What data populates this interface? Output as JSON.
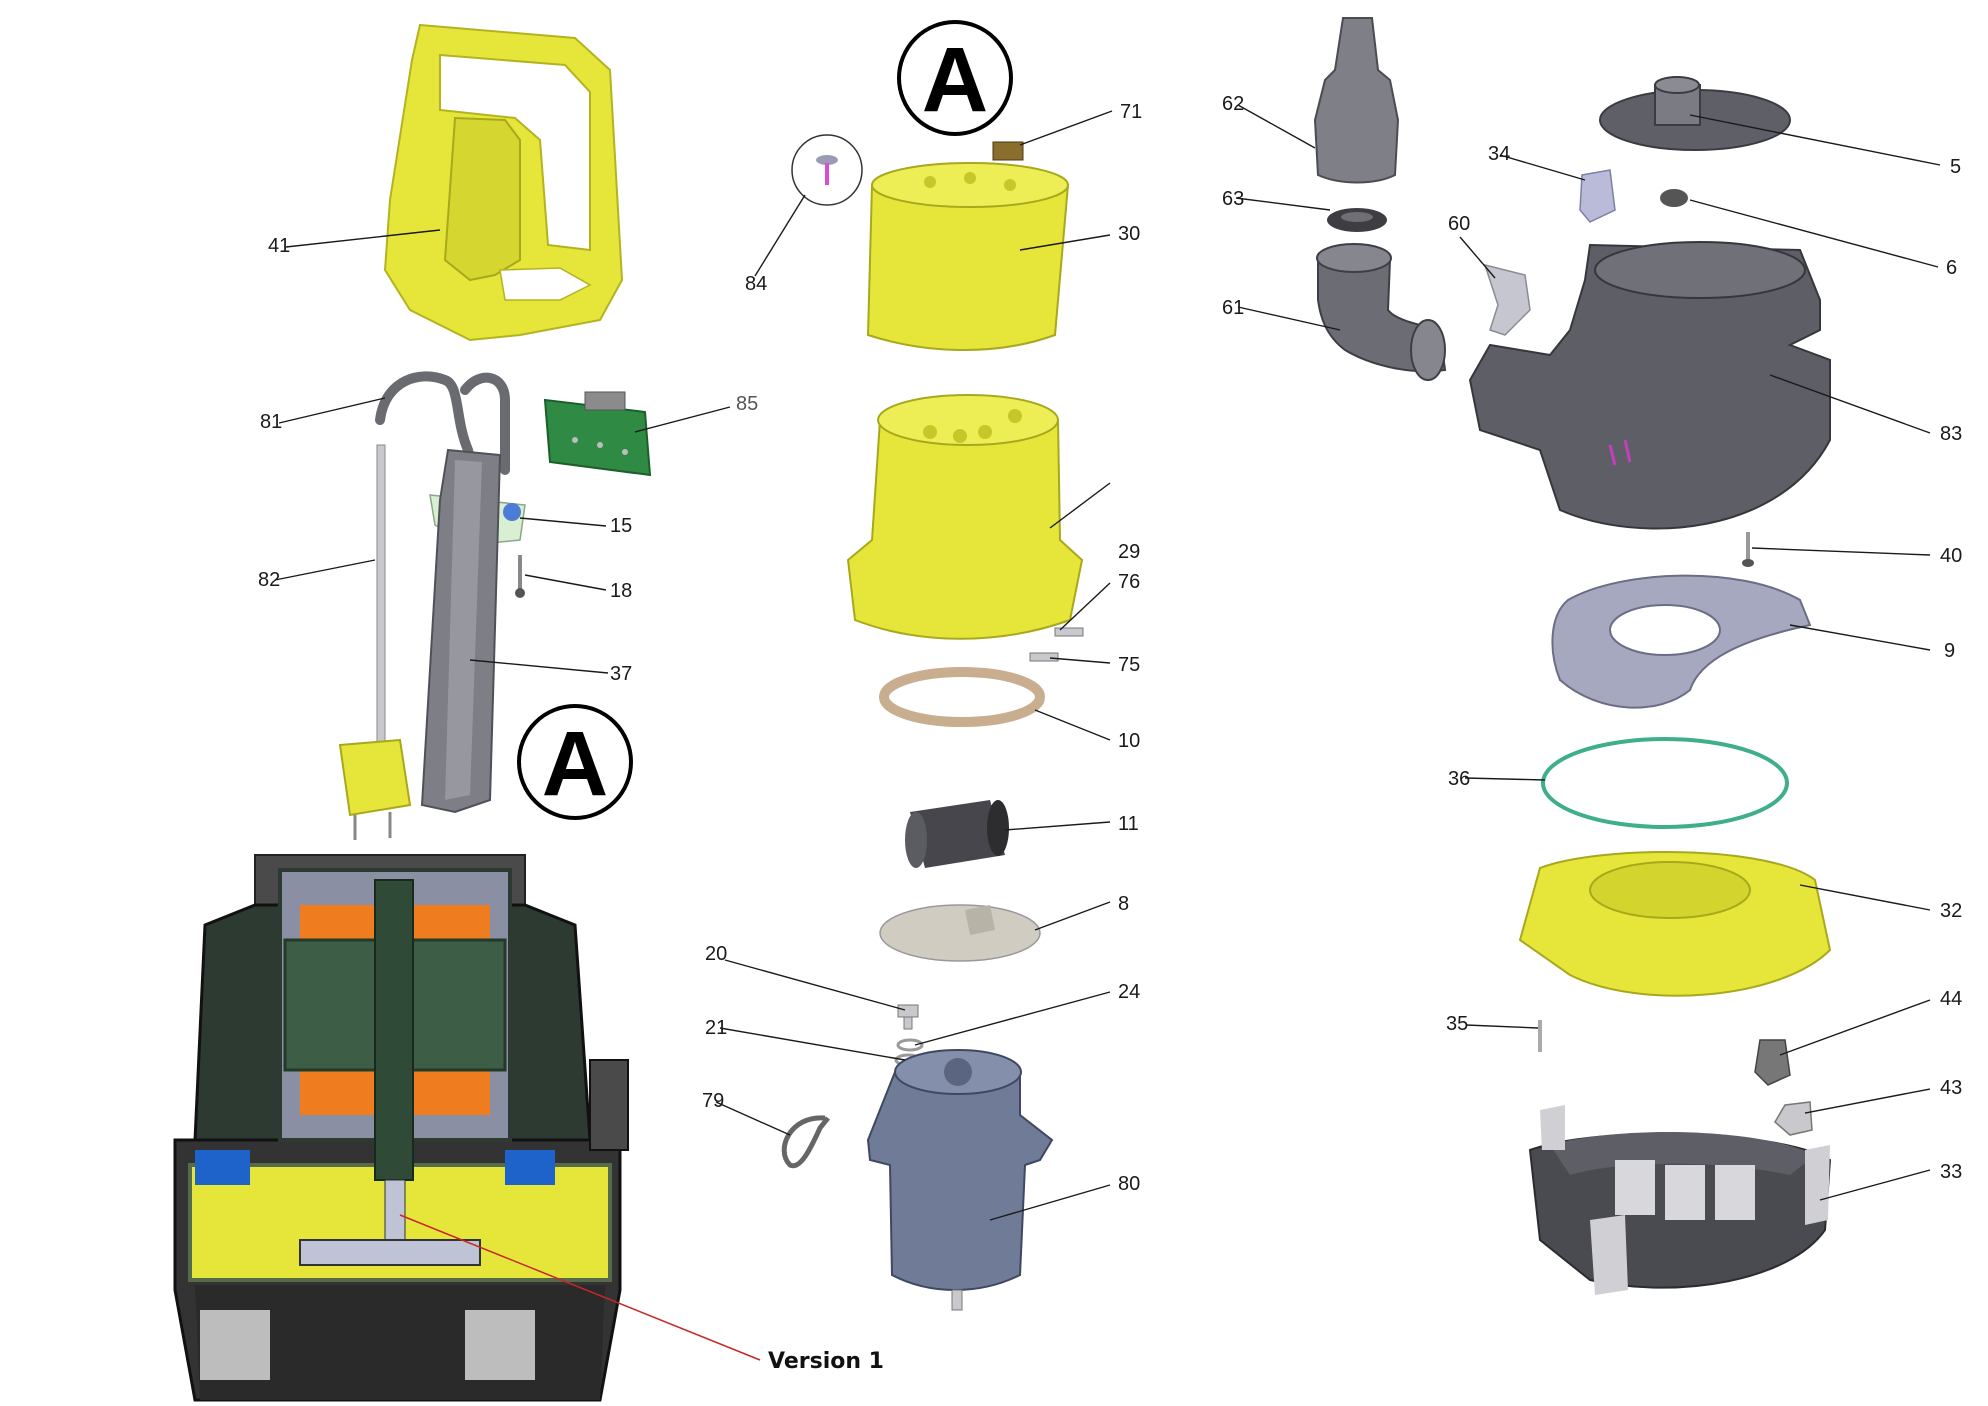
{
  "section_mark": "A",
  "version_label": "Version 1",
  "colors": {
    "yellow": "#e8e83a",
    "dark_gray": "#5e5f66",
    "mid_gray": "#8a8b93",
    "blue_gray": "#6f7b97",
    "green_board": "#2f8a43",
    "seal_green": "#3fae8a",
    "orange": "#ef7d1f",
    "leader_red": "#c62828"
  },
  "parts": [
    {
      "id": "41",
      "name": "handle"
    },
    {
      "id": "81",
      "name": "cable"
    },
    {
      "id": "85",
      "name": "circuit-board"
    },
    {
      "id": "15",
      "name": "cable-holder"
    },
    {
      "id": "18",
      "name": "screw"
    },
    {
      "id": "82",
      "name": "float-rod"
    },
    {
      "id": "37",
      "name": "cable-duct"
    },
    {
      "id": "84",
      "name": "screw-detail"
    },
    {
      "id": "71",
      "name": "switch"
    },
    {
      "id": "30",
      "name": "motor-cover"
    },
    {
      "id": "29",
      "name": "motor-housing"
    },
    {
      "id": "76",
      "name": "screw"
    },
    {
      "id": "75",
      "name": "screw"
    },
    {
      "id": "10",
      "name": "ring"
    },
    {
      "id": "11",
      "name": "capacitor"
    },
    {
      "id": "8",
      "name": "plate"
    },
    {
      "id": "20",
      "name": "screw"
    },
    {
      "id": "24",
      "name": "washer"
    },
    {
      "id": "21",
      "name": "washer"
    },
    {
      "id": "79",
      "name": "clamp"
    },
    {
      "id": "80",
      "name": "motor"
    },
    {
      "id": "62",
      "name": "hose-adapter"
    },
    {
      "id": "63",
      "name": "seal"
    },
    {
      "id": "61",
      "name": "elbow"
    },
    {
      "id": "60",
      "name": "clip"
    },
    {
      "id": "34",
      "name": "valve-flap"
    },
    {
      "id": "5",
      "name": "impeller"
    },
    {
      "id": "6",
      "name": "nut"
    },
    {
      "id": "83",
      "name": "pump-housing"
    },
    {
      "id": "40",
      "name": "screw"
    },
    {
      "id": "9",
      "name": "guide-plate"
    },
    {
      "id": "36",
      "name": "o-ring"
    },
    {
      "id": "32",
      "name": "base-cover"
    },
    {
      "id": "35",
      "name": "slide"
    },
    {
      "id": "44",
      "name": "pin"
    },
    {
      "id": "43",
      "name": "latch"
    },
    {
      "id": "33",
      "name": "base"
    }
  ]
}
